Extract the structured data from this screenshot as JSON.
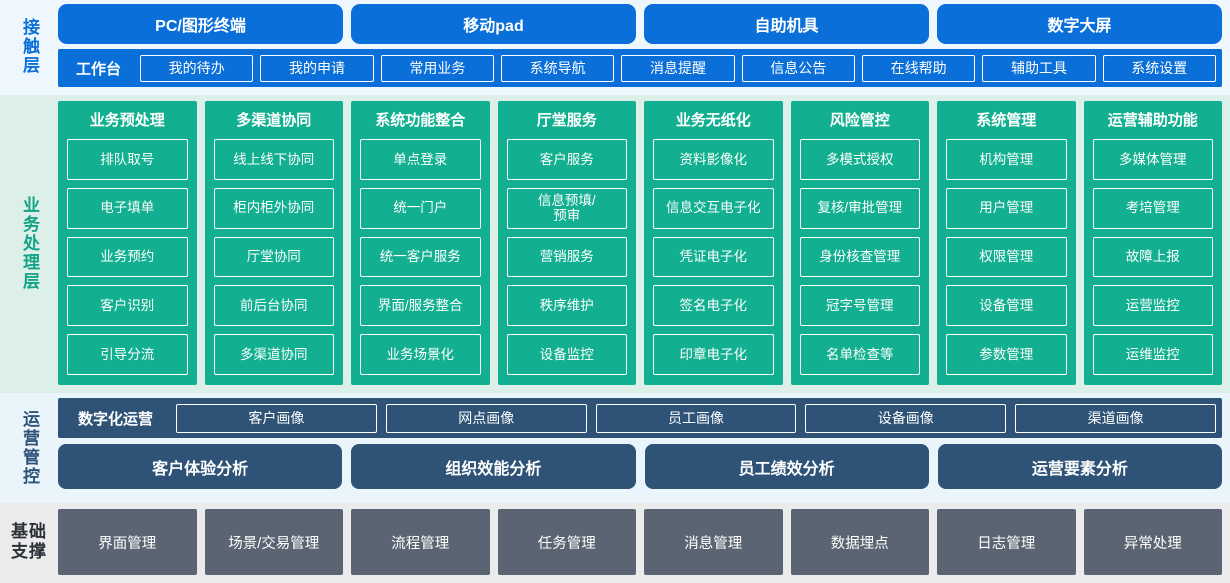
{
  "layers": {
    "contact": {
      "sidebar_label": "接触层",
      "sidebar_color": "#0a6fd8",
      "background": "#eef7fd",
      "channels": [
        {
          "label": "PC/图形终端"
        },
        {
          "label": "移动pad"
        },
        {
          "label": "自助机具"
        },
        {
          "label": "数字大屏"
        }
      ],
      "lead_label": "工作台",
      "functions": [
        {
          "label": "我的待办"
        },
        {
          "label": "我的申请"
        },
        {
          "label": "常用业务"
        },
        {
          "label": "系统导航"
        },
        {
          "label": "消息提醒"
        },
        {
          "label": "信息公告"
        },
        {
          "label": "在线帮助"
        },
        {
          "label": "辅助工具"
        },
        {
          "label": "系统设置"
        }
      ]
    },
    "business": {
      "sidebar_label": "业务处理层",
      "sidebar_color": "#12a386",
      "background": "#dcefe8",
      "panel_color": "#12b090",
      "columns": [
        {
          "title": "业务预处理",
          "items": [
            {
              "label": "排队取号"
            },
            {
              "label": "电子填单"
            },
            {
              "label": "业务预约"
            },
            {
              "label": "客户识别"
            },
            {
              "label": "引导分流"
            }
          ]
        },
        {
          "title": "多渠道协同",
          "items": [
            {
              "label": "线上线下协同"
            },
            {
              "label": "柜内柜外协同"
            },
            {
              "label": "厅堂协同"
            },
            {
              "label": "前后台协同"
            },
            {
              "label": "多渠道协同"
            }
          ]
        },
        {
          "title": "系统功能整合",
          "items": [
            {
              "label": "单点登录"
            },
            {
              "label": "统一门户"
            },
            {
              "label": "统一客户服务"
            },
            {
              "label": "界面/服务整合"
            },
            {
              "label": "业务场景化"
            }
          ]
        },
        {
          "title": "厅堂服务",
          "items": [
            {
              "label": "客户服务"
            },
            {
              "label": "信息预填/\n预审"
            },
            {
              "label": "营销服务"
            },
            {
              "label": "秩序维护"
            },
            {
              "label": "设备监控"
            }
          ]
        },
        {
          "title": "业务无纸化",
          "items": [
            {
              "label": "资料影像化"
            },
            {
              "label": "信息交互电子化"
            },
            {
              "label": "凭证电子化"
            },
            {
              "label": "签名电子化"
            },
            {
              "label": "印章电子化"
            }
          ]
        },
        {
          "title": "风险管控",
          "items": [
            {
              "label": "多模式授权"
            },
            {
              "label": "复核/审批管理"
            },
            {
              "label": "身份核查管理"
            },
            {
              "label": "冠字号管理"
            },
            {
              "label": "名单检查等"
            }
          ]
        },
        {
          "title": "系统管理",
          "items": [
            {
              "label": "机构管理"
            },
            {
              "label": "用户管理"
            },
            {
              "label": "权限管理"
            },
            {
              "label": "设备管理"
            },
            {
              "label": "参数管理"
            }
          ]
        },
        {
          "title": "运营辅助功能",
          "items": [
            {
              "label": "多媒体管理"
            },
            {
              "label": "考培管理"
            },
            {
              "label": "故障上报"
            },
            {
              "label": "运营监控"
            },
            {
              "label": "运维监控"
            }
          ]
        }
      ]
    },
    "operations": {
      "sidebar_label": "运营管控",
      "sidebar_color": "#2e5377",
      "background": "#eaf4fb",
      "panel_color": "#2e5377",
      "lead_label": "数字化运营",
      "portraits": [
        {
          "label": "客户画像"
        },
        {
          "label": "网点画像"
        },
        {
          "label": "员工画像"
        },
        {
          "label": "设备画像"
        },
        {
          "label": "渠道画像"
        }
      ],
      "analyses": [
        {
          "label": "客户体验分析"
        },
        {
          "label": "组织效能分析"
        },
        {
          "label": "员工绩效分析"
        },
        {
          "label": "运营要素分析"
        }
      ]
    },
    "base": {
      "sidebar_label": "基础\n支撑",
      "sidebar_color": "#2b3038",
      "background": "#ebebeb",
      "panel_color": "#5a6472",
      "items": [
        {
          "label": "界面管理"
        },
        {
          "label": "场景/交易管理"
        },
        {
          "label": "流程管理"
        },
        {
          "label": "任务管理"
        },
        {
          "label": "消息管理"
        },
        {
          "label": "数据埋点"
        },
        {
          "label": "日志管理"
        },
        {
          "label": "异常处理"
        }
      ]
    }
  }
}
